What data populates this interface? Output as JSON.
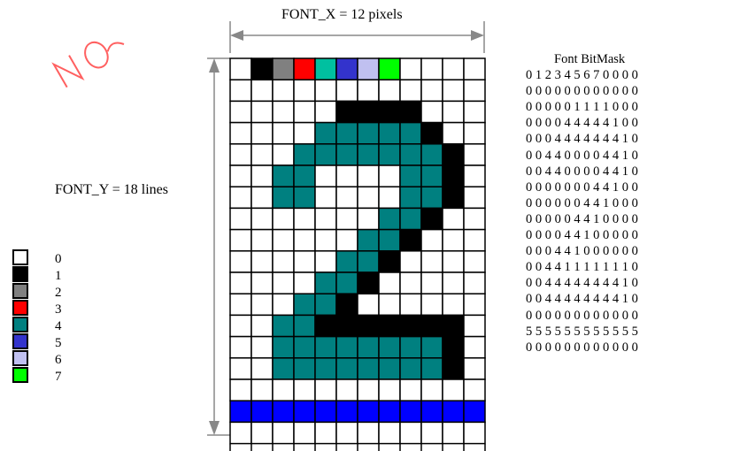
{
  "title_x": "FONT_X = 12 pixels",
  "title_y": "FONT_Y = 18 lines",
  "bitmask_title": "Font BitMask",
  "bitmask_rows": [
    "0 1 2 3 4 5 6 7 0 0 0 0",
    "0 0 0 0 0 0 0 0 0 0 0 0",
    "0 0 0 0 0 1 1 1 1 0 0 0",
    "0 0 0 0 4 4 4 4 4 1 0 0",
    "0 0 0 4 4 4 4 4 4 4 1 0",
    "0 0 4 4 0 0 0 0 4 4 1 0",
    "0 0 4 4 0 0 0 0 4 4 1 0",
    "0 0 0 0 0 0 0 4 4 1 0 0",
    "0 0 0 0 0 0 4 4 1 0 0 0",
    "0 0 0 0 0 4 4 1 0 0 0 0",
    "0 0 0 0 4 4 1 0 0 0 0 0",
    "0 0 0 4 4 1 0 0 0 0 0 0",
    "0 0 4 4 1 1 1 1 1 1 1 0",
    "0 0 4 4 4 4 4 4 4 4 1 0",
    "0 0 4 4 4 4 4 4 4 4 1 0",
    "0 0 0 0 0 0 0 0 0 0 0 0",
    "5 5 5 5 5 5 5 5 5 5 5 5",
    "0 0 0 0 0 0 0 0 0 0 0 0"
  ],
  "palette": {
    "0": "#ffffff",
    "1": "#000000",
    "2": "#808080",
    "3": "#ff0000",
    "4": "#008080",
    "5": "#0000ff",
    "6": "#c0c0f0",
    "7": "#00ff00"
  },
  "legend": [
    {
      "label": "0",
      "color": "#ffffff"
    },
    {
      "label": "1",
      "color": "#000000"
    },
    {
      "label": "2",
      "color": "#808080"
    },
    {
      "label": "3",
      "color": "#ff0000"
    },
    {
      "label": "4",
      "color": "#008080"
    },
    {
      "label": "5",
      "color": "#3333cc"
    },
    {
      "label": "6",
      "color": "#c0c0f0"
    },
    {
      "label": "7",
      "color": "#00ff00"
    }
  ],
  "watermark_color": "#ff6060",
  "row0_colors": [
    "#ffffff",
    "#000000",
    "#808080",
    "#ff0000",
    "#00c0a0",
    "#3333cc",
    "#c0c0f0",
    "#00ff00",
    "#ffffff",
    "#ffffff",
    "#ffffff",
    "#ffffff"
  ]
}
